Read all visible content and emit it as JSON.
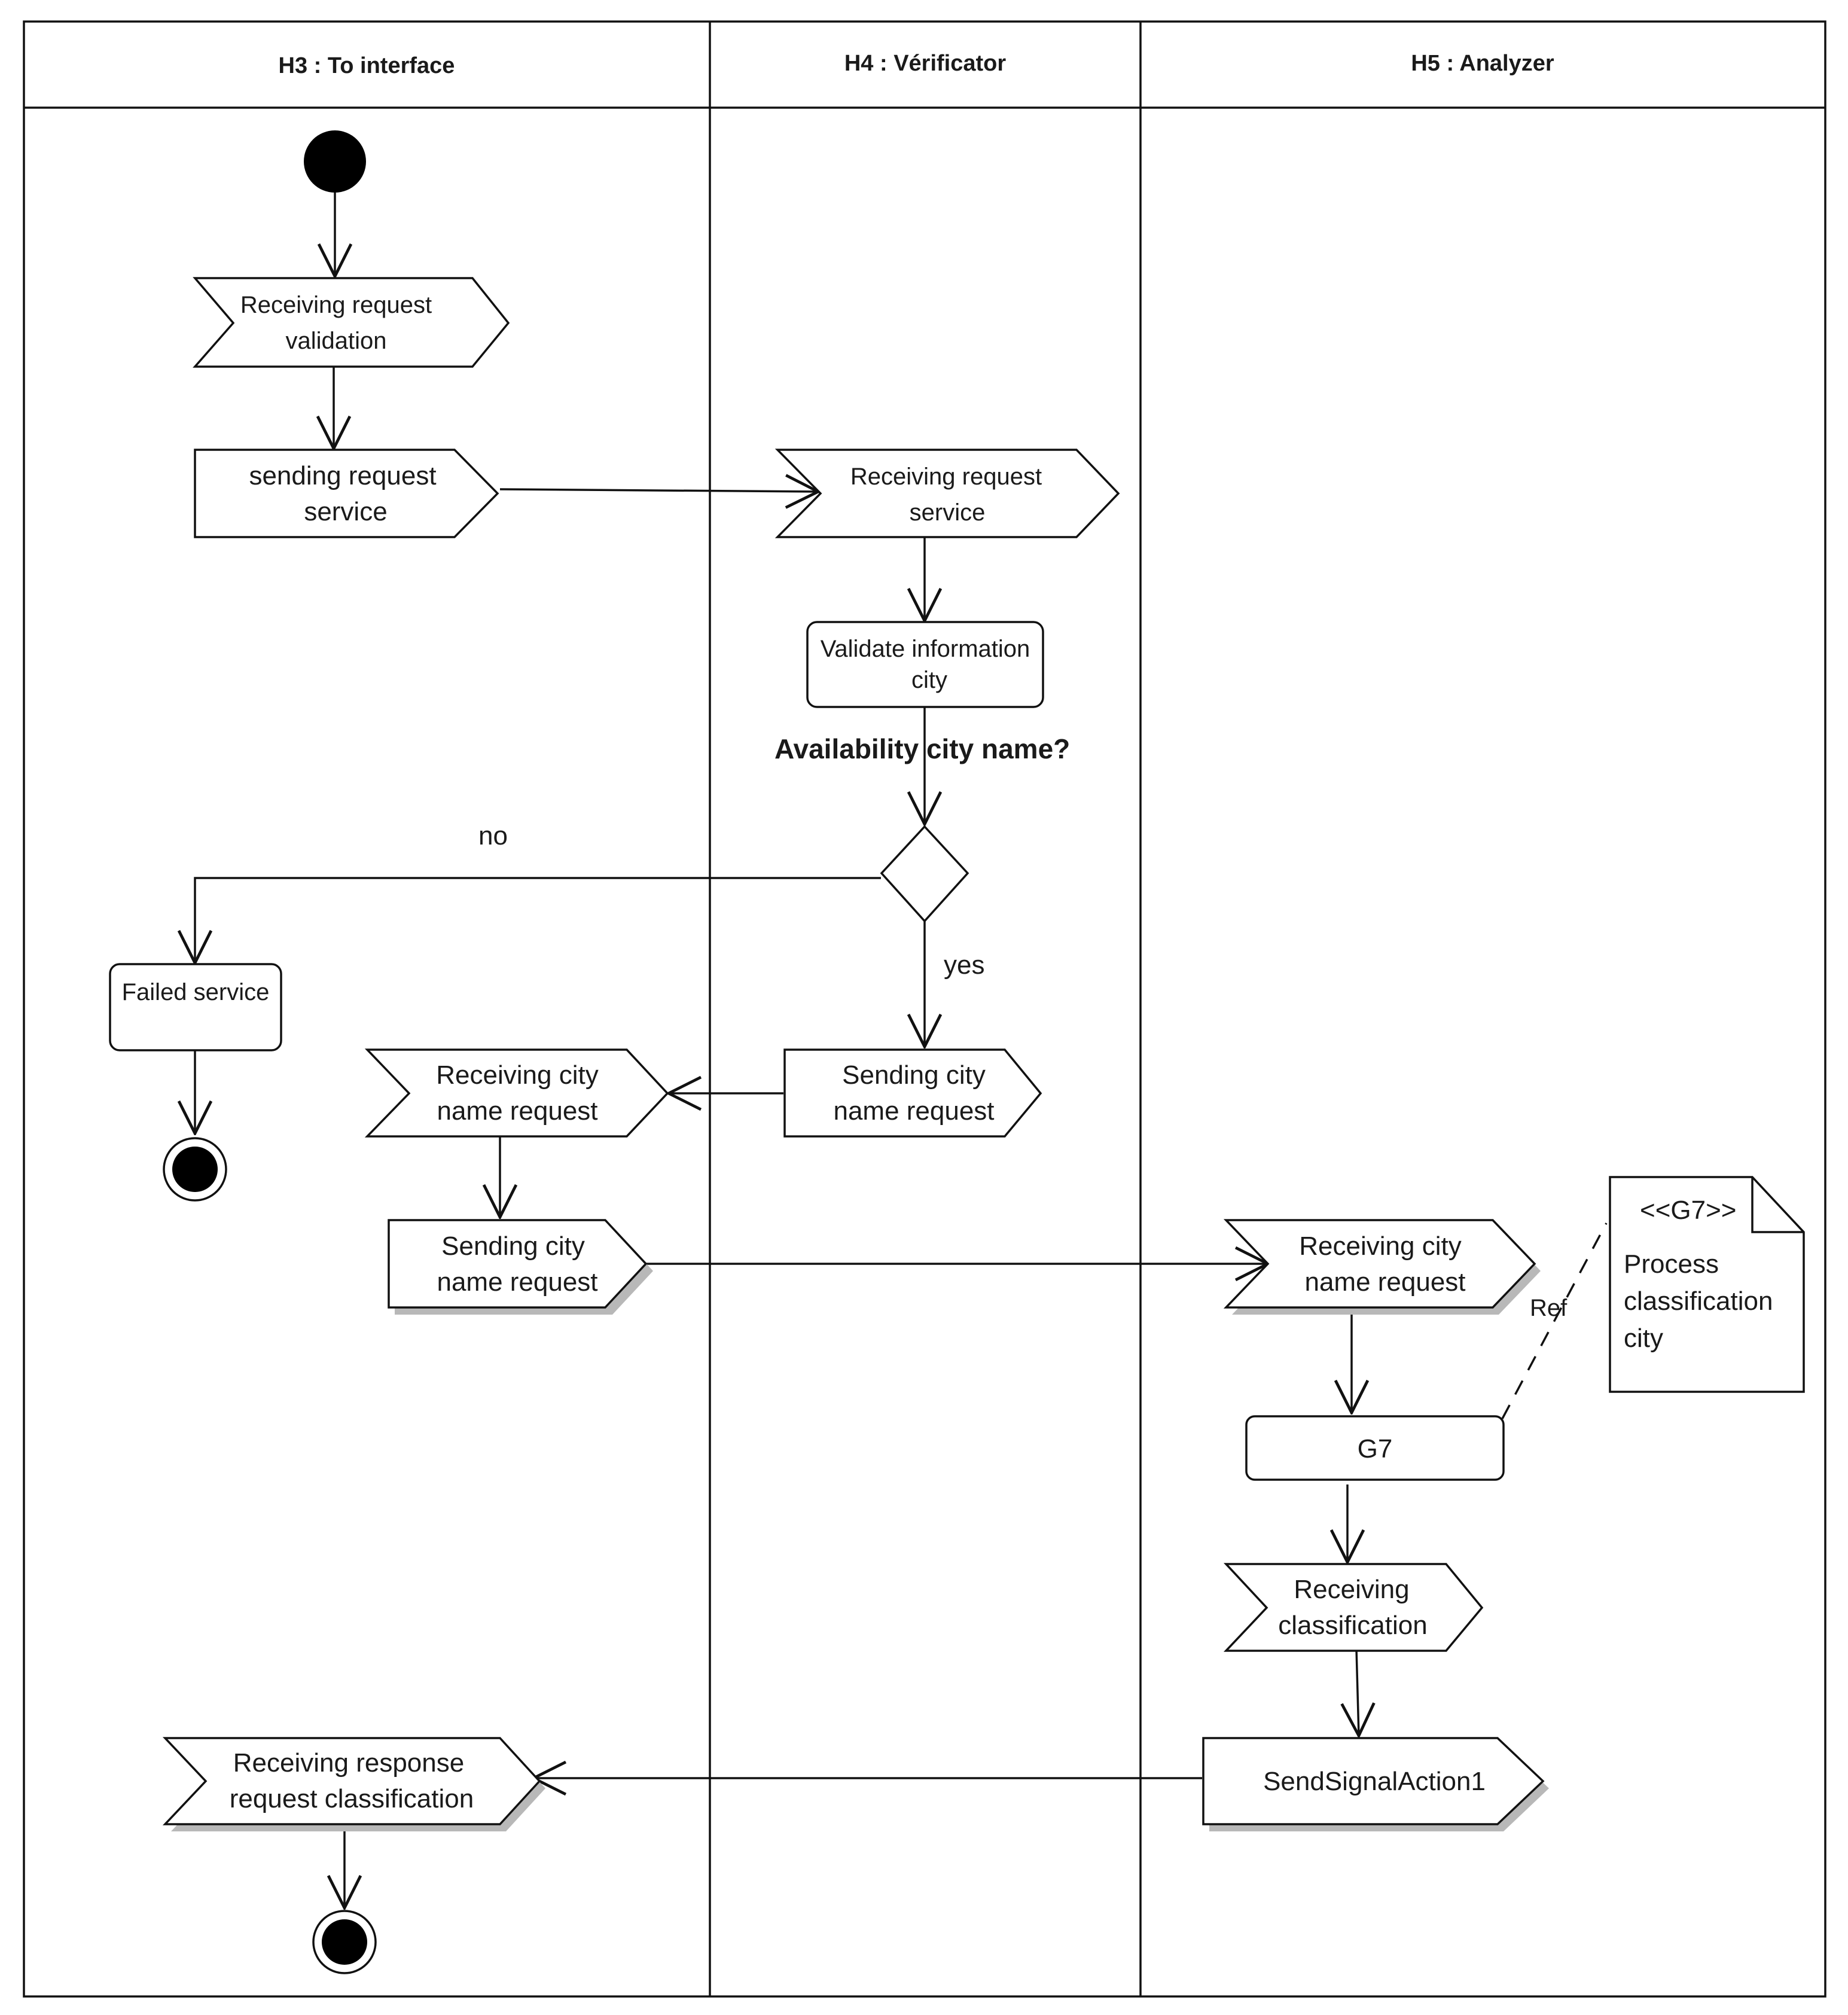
{
  "lanes": [
    {
      "title": "H3 : To interface"
    },
    {
      "title": "H4 : Vérificator"
    },
    {
      "title": "H5 : Analyzer"
    }
  ],
  "nodes": {
    "receiving_request_validation": [
      "Receiving request",
      "validation"
    ],
    "sending_request_service": [
      "sending request",
      "service"
    ],
    "receiving_request_service": [
      "Receiving request",
      "service"
    ],
    "validate_information_city": [
      "Validate information",
      "city"
    ],
    "failed_service": [
      "Failed service"
    ],
    "sending_city_name_request_h4": [
      "Sending city",
      "name request"
    ],
    "receiving_city_name_request_h3": [
      "Receiving city",
      "name request"
    ],
    "sending_city_name_request_h3": [
      "Sending city",
      "name request"
    ],
    "receiving_city_name_request_h5": [
      "Receiving city",
      "name request"
    ],
    "g7": [
      "G7"
    ],
    "receiving_classification": [
      "Receiving",
      "classification"
    ],
    "send_signal_action": [
      "SendSignalAction1"
    ],
    "receiving_response": [
      "Receiving response",
      "request classification"
    ]
  },
  "labels": {
    "decision_question": "Availability city name?",
    "no": "no",
    "yes": "yes",
    "ref": "Ref"
  },
  "note": {
    "stereotype": "<<G7>>",
    "lines": [
      "Process",
      "classification",
      "city"
    ]
  }
}
